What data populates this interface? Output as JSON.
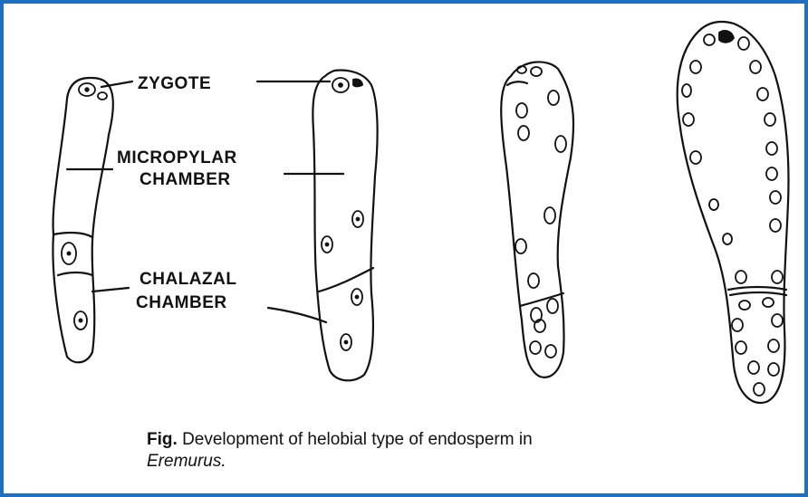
{
  "labels": {
    "zygote": "ZYGOTE",
    "micropylar_line1": "MICROPYLAR",
    "micropylar_line2": "CHAMBER",
    "chalazal_line1": "CHALAZAL",
    "chalazal_line2": "CHAMBER"
  },
  "caption": {
    "fig": "Fig.",
    "text": "Development of helobial type of endosperm in",
    "genus": "Eremurus."
  },
  "colors": {
    "frame": "#1f6fc0",
    "ink": "#111111"
  }
}
